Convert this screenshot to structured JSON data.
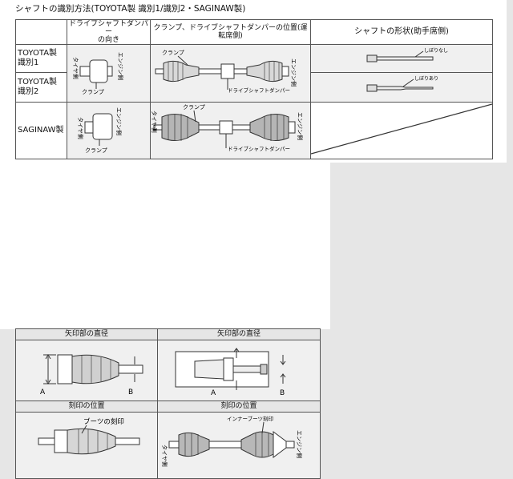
{
  "title": "シャフトの識別方法(TOYOTA製 識別1/識別2・SAGINAW製)",
  "table1": {
    "headers": {
      "col1_line1": "ドライブシャフトダンパー",
      "col1_line2": "の向き",
      "col2": "クランプ、ドライブシャフトダンパーの位置(運転席側)",
      "col3": "シャフトの形状(助手席側)"
    },
    "rows": [
      {
        "line1": "TOYOTA製",
        "line2": "識別1"
      },
      {
        "line1": "TOYOTA製",
        "line2": "識別2"
      },
      {
        "line1": "SAGINAW製",
        "line2": ""
      }
    ],
    "labels": {
      "tire_side": "タイヤ側",
      "engine_side": "エンジン側",
      "clamp": "クランプ",
      "shaft_damper": "ドライブシャフトダンパー",
      "no_taper": "しぼりなし",
      "taper": "しぼりあり"
    }
  },
  "table2": {
    "headers": {
      "arrow_diameter": "矢印部の直径",
      "mark_position": "刻印の位置"
    },
    "labels": {
      "a": "A",
      "b": "B",
      "boot_mark": "ブーツの刻印",
      "inner_boot_mark": "インナーブーツ刻印",
      "tire_side": "タイヤ側",
      "engine_side": "エンジン側"
    }
  },
  "colors": {
    "line": "#333333",
    "shade": "#9a9a9a",
    "fill": "#d8d8d8",
    "background": "#e6e6e6"
  }
}
